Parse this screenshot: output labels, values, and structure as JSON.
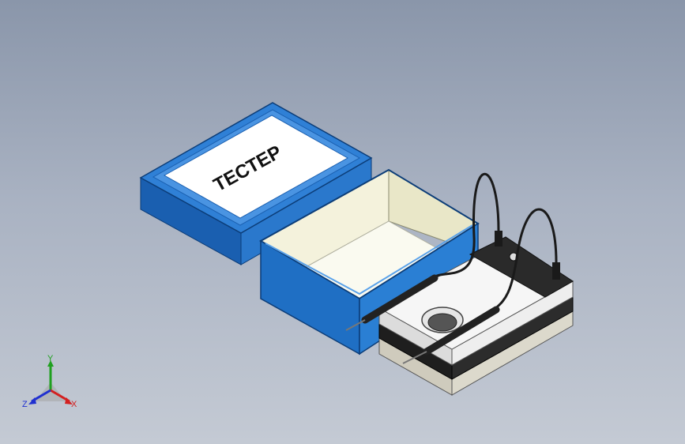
{
  "scene": {
    "lid_label": "ТЕСТЕР",
    "colors": {
      "box_blue": "#1f6fc4",
      "box_blue_dark": "#14549c",
      "box_blue_light": "#3d8ee0",
      "lid_panel": "#ffffff",
      "interior": "#f2f2e6",
      "device_body": "#e8e8e8",
      "device_dark": "#2a2a2a",
      "device_base": "#d3d0c4",
      "probe": "#222222"
    }
  },
  "triad": {
    "x_label": "X",
    "y_label": "Y",
    "z_label": "Z",
    "x_color": "#d32020",
    "y_color": "#1fa01f",
    "z_color": "#2030d0"
  }
}
